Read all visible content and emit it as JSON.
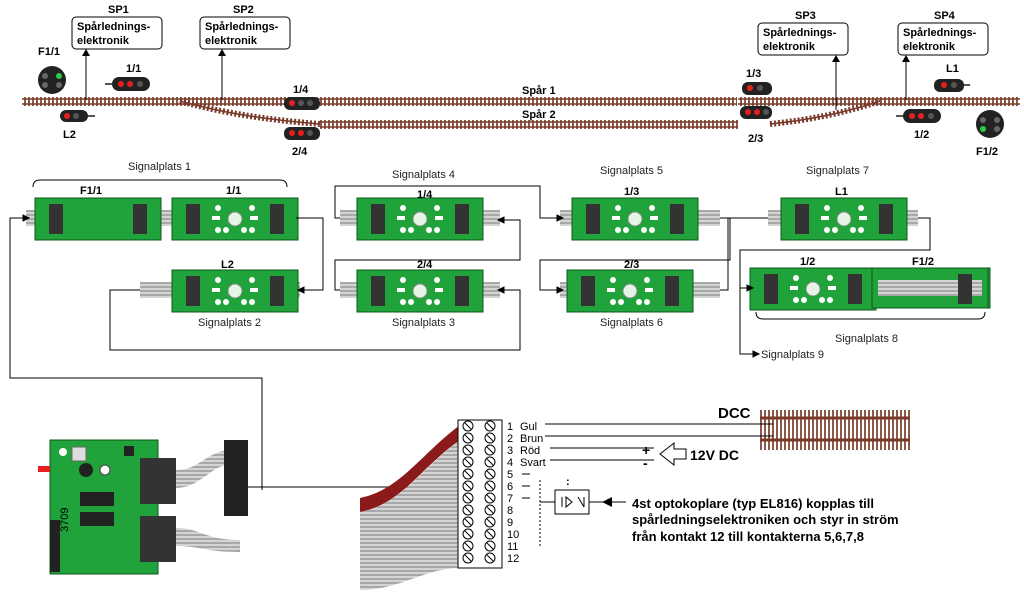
{
  "track": {
    "spar1": "Spår 1",
    "spar2": "Spår 2"
  },
  "sp_boxes": [
    {
      "id": "SP1",
      "line1": "Spårlednings-",
      "line2": "elektronik"
    },
    {
      "id": "SP2",
      "line1": "Spårlednings-",
      "line2": "elektronik"
    },
    {
      "id": "SP3",
      "line1": "Spårlednings-",
      "line2": "elektronik"
    },
    {
      "id": "SP4",
      "line1": "Spårlednings-",
      "line2": "elektronik"
    }
  ],
  "signals": {
    "f11": "F1/1",
    "s11": "1/1",
    "l2": "L2",
    "s14": "1/4",
    "s24": "2/4",
    "s13": "1/3",
    "s23": "2/3",
    "l1": "L1",
    "s12": "1/2",
    "f12": "F1/2"
  },
  "signalplats": {
    "p1": "Signalplats 1",
    "p2": "Signalplats 2",
    "p3": "Signalplats 3",
    "p4": "Signalplats 4",
    "p5": "Signalplats 5",
    "p6": "Signalplats 6",
    "p7": "Signalplats 7",
    "p8": "Signalplats 8",
    "p9": "Signalplats 9"
  },
  "boards": {
    "f11": "F1/1",
    "s11": "1/1",
    "l2": "L2",
    "s14": "1/4",
    "s24": "2/4",
    "s13": "1/3",
    "s23": "2/3",
    "l1": "L1",
    "s12": "1/2",
    "f12": "F1/2"
  },
  "module": {
    "label": "3709"
  },
  "terminal": {
    "pins": [
      {
        "num": "1",
        "name": "Gul"
      },
      {
        "num": "2",
        "name": "Brun"
      },
      {
        "num": "3",
        "name": "Röd"
      },
      {
        "num": "4",
        "name": "Svart"
      },
      {
        "num": "5",
        "name": ""
      },
      {
        "num": "6",
        "name": ""
      },
      {
        "num": "7",
        "name": ""
      },
      {
        "num": "8",
        "name": ""
      },
      {
        "num": "9",
        "name": ""
      },
      {
        "num": "10",
        "name": ""
      },
      {
        "num": "11",
        "name": ""
      },
      {
        "num": "12",
        "name": ""
      }
    ]
  },
  "dcc": "DCC",
  "supply": {
    "plus": "+",
    "minus": "-",
    "label": "12V DC"
  },
  "opto": {
    "line1": "4st optokoplare (typ EL816) kopplas till",
    "line2": "spårledningselektroniken och styr in ström",
    "line3": "från kontakt 12 till kontakterna 5,6,7,8"
  },
  "colors": {
    "pcb": "#1fa33a",
    "rail": "#7a3a2a",
    "ribbon": "#c8c8c8",
    "red_wire": "#8b1a1a"
  }
}
